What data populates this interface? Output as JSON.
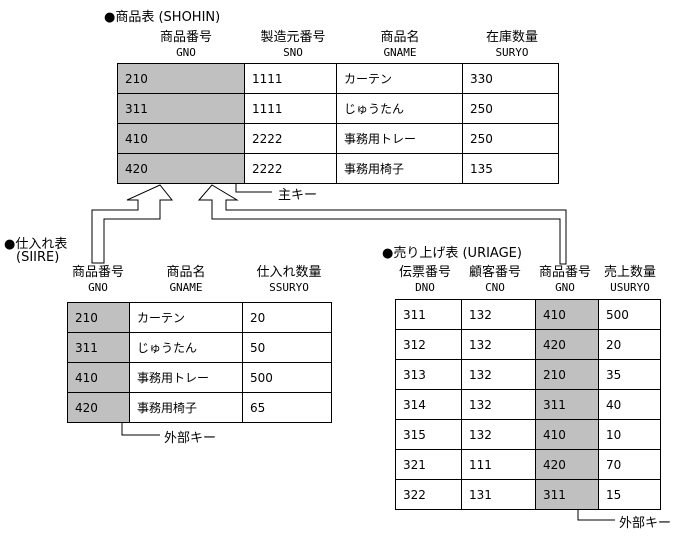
{
  "shohin": {
    "title": "●商品表 (SHOHIN)",
    "headers": [
      {
        "ja": "商品番号",
        "en": "GNO"
      },
      {
        "ja": "製造元番号",
        "en": "SNO"
      },
      {
        "ja": "商品名",
        "en": "GNAME"
      },
      {
        "ja": "在庫数量",
        "en": "SURYO"
      }
    ],
    "rows": [
      [
        "210",
        "1111",
        "カーテン",
        "330"
      ],
      [
        "311",
        "1111",
        "じゅうたん",
        "250"
      ],
      [
        "410",
        "2222",
        "事務用トレー",
        "250"
      ],
      [
        "420",
        "2222",
        "事務用椅子",
        "135"
      ]
    ],
    "key_label": "主キー"
  },
  "siire": {
    "title_line1": "●仕入れ表",
    "title_line2": "(SIIRE)",
    "headers": [
      {
        "ja": "商品番号",
        "en": "GNO"
      },
      {
        "ja": "商品名",
        "en": "GNAME"
      },
      {
        "ja": "仕入れ数量",
        "en": "SSURYO"
      }
    ],
    "rows": [
      [
        "210",
        "カーテン",
        "20"
      ],
      [
        "311",
        "じゅうたん",
        "50"
      ],
      [
        "410",
        "事務用トレー",
        "500"
      ],
      [
        "420",
        "事務用椅子",
        "65"
      ]
    ],
    "key_label": "外部キー"
  },
  "uriage": {
    "title": "●売り上げ表 (URIAGE)",
    "headers": [
      {
        "ja": "伝票番号",
        "en": "DNO"
      },
      {
        "ja": "顧客番号",
        "en": "CNO"
      },
      {
        "ja": "商品番号",
        "en": "GNO"
      },
      {
        "ja": "売上数量",
        "en": "USURYO"
      }
    ],
    "rows": [
      [
        "311",
        "132",
        "410",
        "500"
      ],
      [
        "312",
        "132",
        "420",
        "20"
      ],
      [
        "313",
        "132",
        "210",
        "35"
      ],
      [
        "314",
        "132",
        "311",
        "40"
      ],
      [
        "315",
        "132",
        "410",
        "10"
      ],
      [
        "321",
        "111",
        "420",
        "70"
      ],
      [
        "322",
        "131",
        "311",
        "15"
      ]
    ],
    "key_label": "外部キー"
  },
  "colors": {
    "key_fill": "#c0c0c0",
    "line": "#000000"
  }
}
